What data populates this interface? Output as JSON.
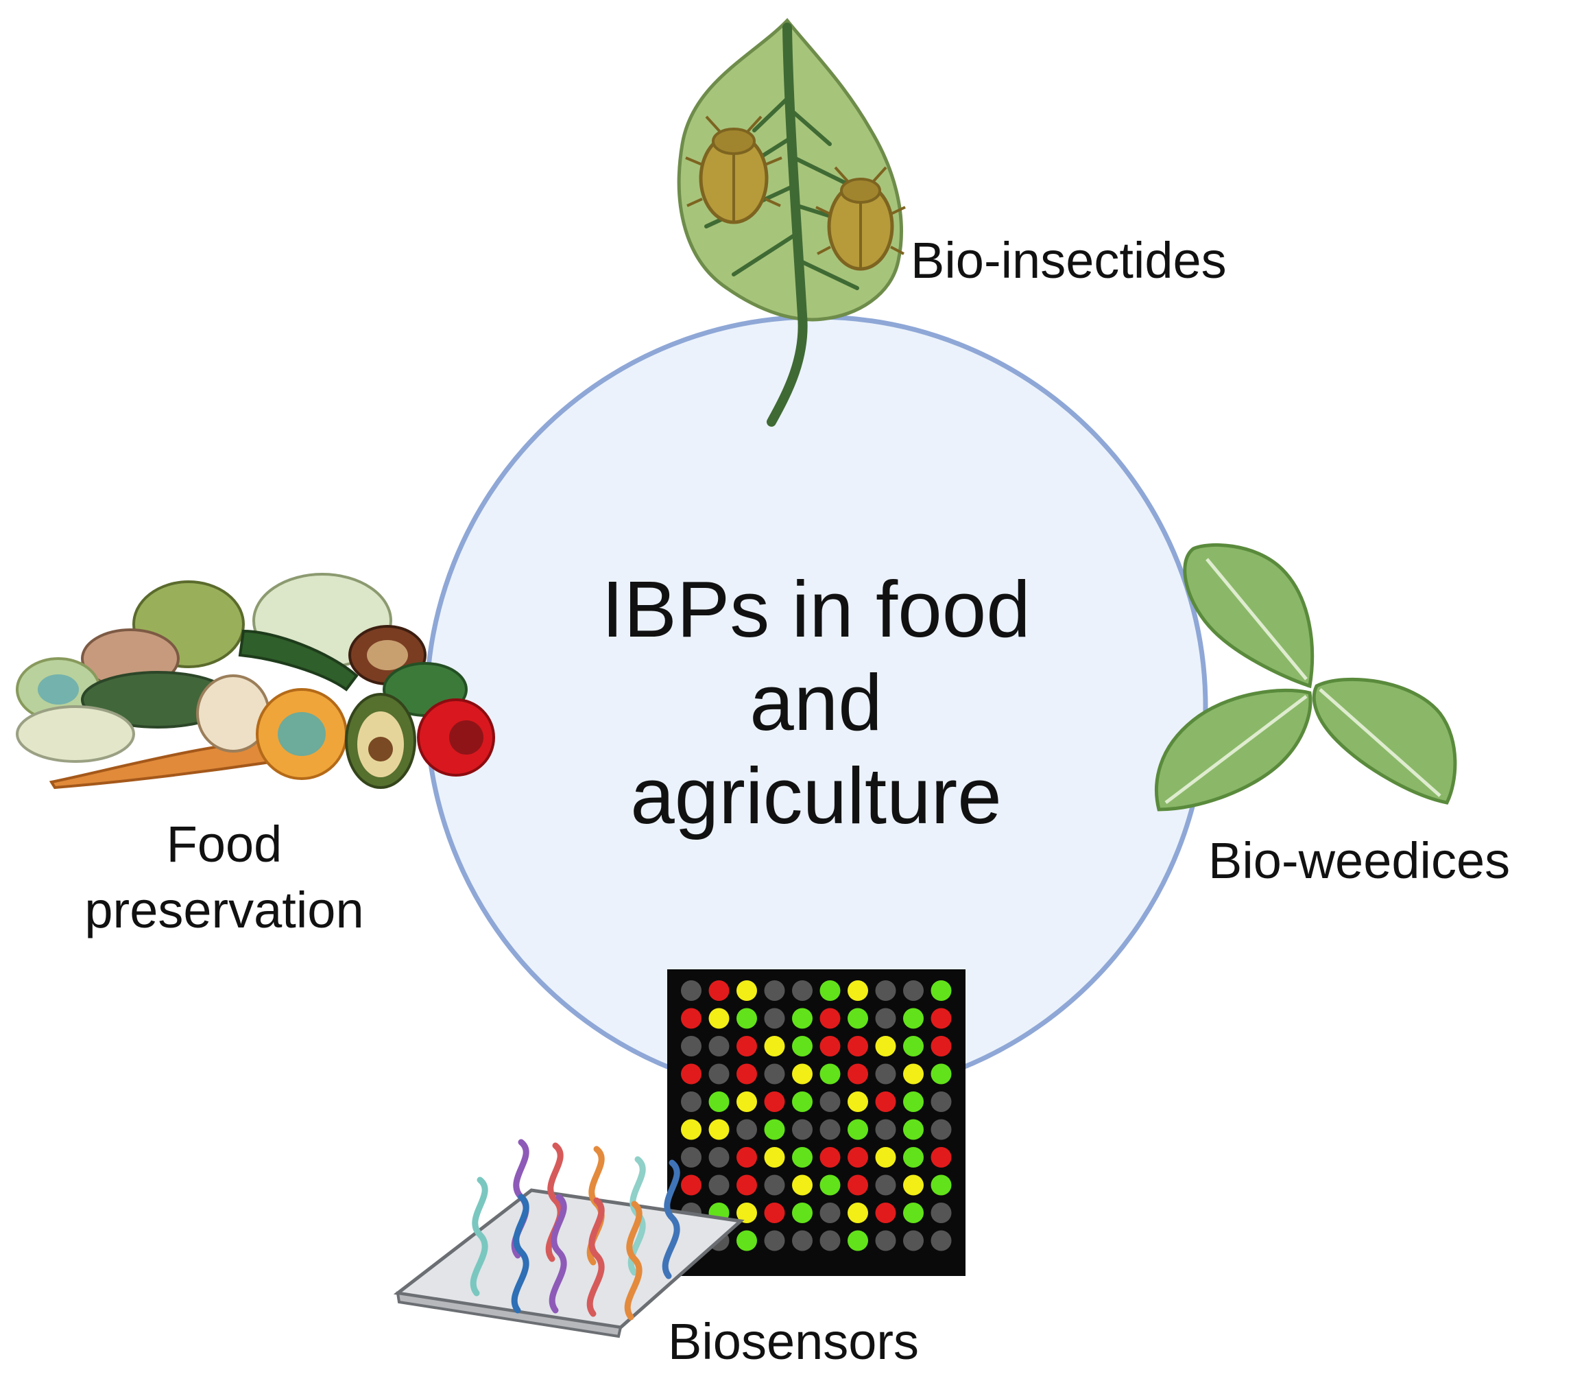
{
  "diagram": {
    "center": {
      "lines": [
        "IBPs in food",
        "and",
        "agriculture"
      ],
      "fill_color": "#ebf2fb",
      "stroke_color": "#8ea7d6"
    },
    "items": {
      "bio_insectides": {
        "label": "Bio-insectides",
        "icon": "leaf-with-beetles-icon"
      },
      "bio_weedices": {
        "label": "Bio-weedices",
        "icon": "weed-leaves-icon"
      },
      "biosensors": {
        "label": "Biosensors",
        "icon": "microarray-biosensor-icon"
      },
      "food_preservation": {
        "lines": [
          "Food",
          "preservation"
        ],
        "icon": "spoiled-food-icon"
      }
    },
    "microarray_colors": {
      "red": "#e11b1b",
      "yellow": "#f2ee16",
      "green": "#62e21a",
      "gray": "#555555"
    }
  }
}
